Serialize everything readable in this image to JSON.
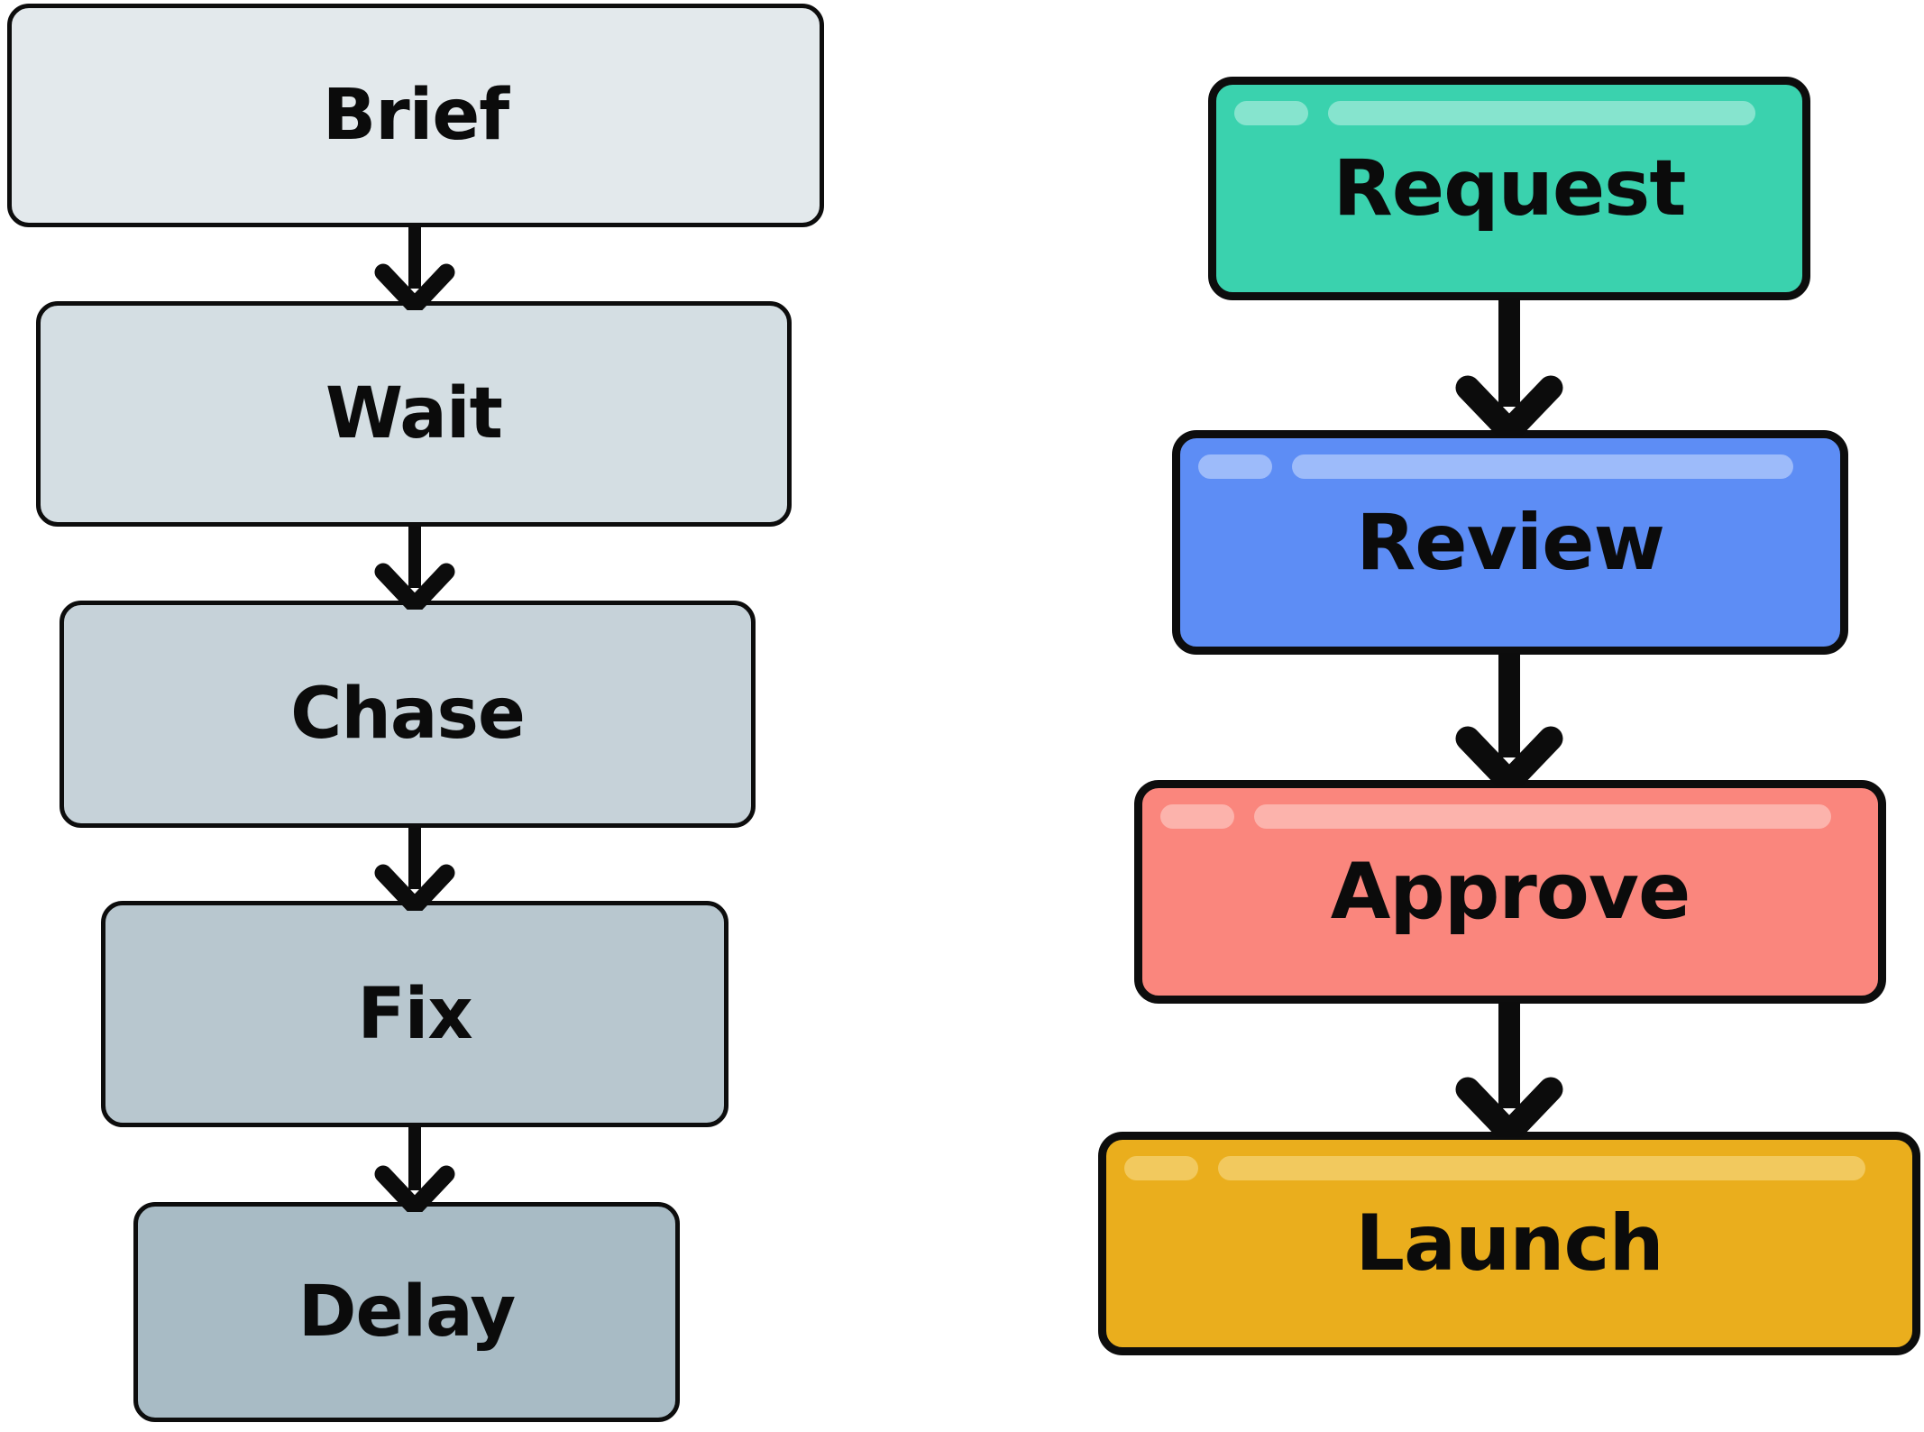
{
  "left_flow": {
    "steps": [
      {
        "label": "Brief",
        "fill": "#e3e9ec"
      },
      {
        "label": "Wait",
        "fill": "#d4dee3"
      },
      {
        "label": "Chase",
        "fill": "#c6d2d9"
      },
      {
        "label": "Fix",
        "fill": "#b8c7cf"
      },
      {
        "label": "Delay",
        "fill": "#a8bbc5"
      }
    ],
    "border_color": "#0d0d0d",
    "text_color": "#0b0b0b"
  },
  "right_flow": {
    "steps": [
      {
        "label": "Request",
        "fill": "#3ad2ae",
        "shine": "#86e4ce"
      },
      {
        "label": "Review",
        "fill": "#5d8df5",
        "shine": "#9dbbfa"
      },
      {
        "label": "Approve",
        "fill": "#fa867d",
        "shine": "#fcb3ac"
      },
      {
        "label": "Launch",
        "fill": "#eaae1d",
        "shine": "#f2c95e"
      }
    ],
    "border_color": "#0d0d0d",
    "text_color": "#0b0b0b"
  },
  "arrow_color": "#0c0c0c",
  "background": "#ffffff"
}
